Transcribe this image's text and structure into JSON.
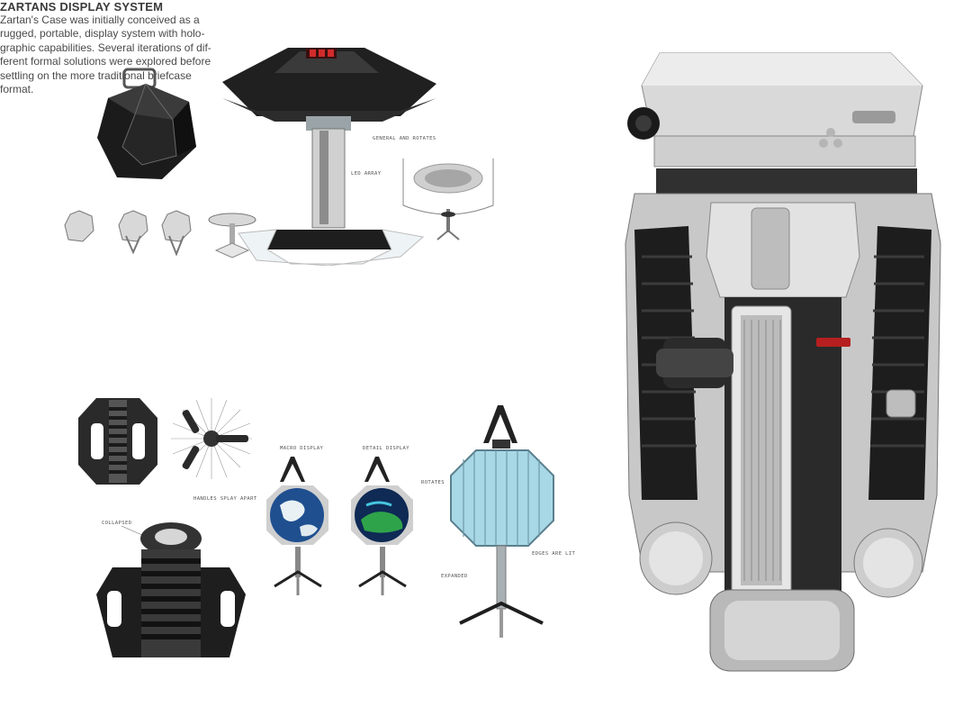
{
  "heading": {
    "title": "ZARTANS DISPLAY SYSTEM",
    "lines": [
      "Zartan's Case was initially conceived as a",
      "rugged, portable, display system with holo-",
      "graphic capabilities.  Several iterations of dif-",
      "ferent formal solutions were explored before",
      "settling on the more traditional briefcase",
      "format."
    ]
  },
  "annotations": {
    "general_rotates": "GENERAL AND ROTATES",
    "led": "LED ARRAY",
    "handles": "HANDLES SPLAY APART",
    "collapsed": "COLLAPSED",
    "macro": "MACRO DISPLAY",
    "detail": "DETAIL DISPLAY",
    "rotates": "ROTATES",
    "edges": "EDGES ARE LIT",
    "expanded": "EXPANDED"
  },
  "colors": {
    "ink": "#3a3a3a",
    "metal_dark": "#1e1e1e",
    "metal_light": "#d9d9d9",
    "holo": "#bfe6f0"
  }
}
